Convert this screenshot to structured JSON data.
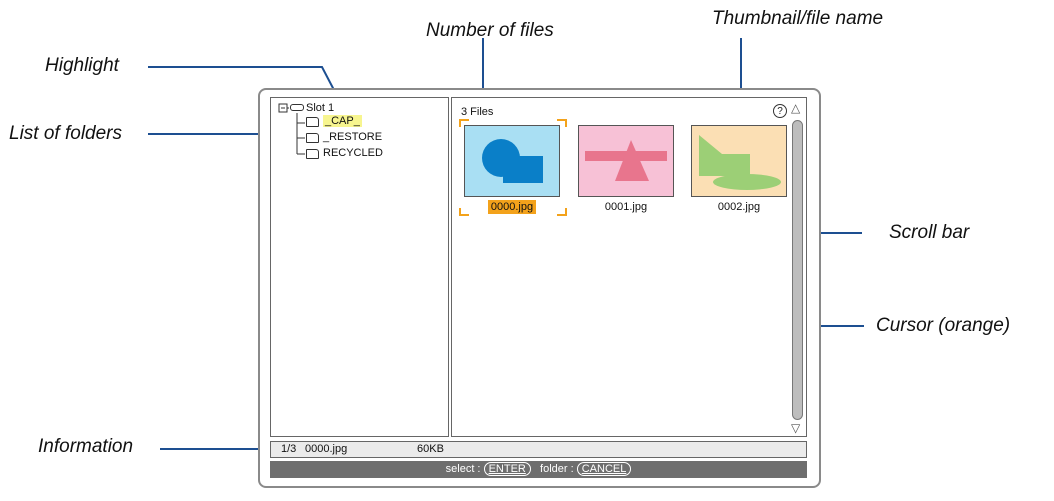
{
  "callouts": {
    "number_of_files": "Number of files",
    "thumbnail_file_name": "Thumbnail/file name",
    "highlight": "Highlight",
    "list_of_folders": "List of folders",
    "scroll_bar": "Scroll bar",
    "cursor": "Cursor (orange)",
    "information": "Information"
  },
  "folder_tree": {
    "root": "Slot 1",
    "folders": [
      "_CAP_",
      "_RESTORE",
      "RECYCLED"
    ],
    "highlighted_index": 0
  },
  "files_pane": {
    "count_label": "3 Files",
    "help_icon_glyph": "?",
    "files": [
      {
        "name": "0000.jpg",
        "selected": true
      },
      {
        "name": "0001.jpg",
        "selected": false
      },
      {
        "name": "0002.jpg",
        "selected": false
      }
    ]
  },
  "info_bar": {
    "position": "1/3",
    "file_name": "0000.jpg",
    "size": "60KB"
  },
  "hint_bar": {
    "select_label": "select :",
    "select_key": "ENTER",
    "folder_label": "folder :",
    "folder_key": "CANCEL"
  },
  "colors": {
    "highlight": "#f7f58f",
    "cursor_orange": "#f3a21b",
    "leader_line": "#1d4f91",
    "hint_bar_bg": "#6e6e6e"
  }
}
